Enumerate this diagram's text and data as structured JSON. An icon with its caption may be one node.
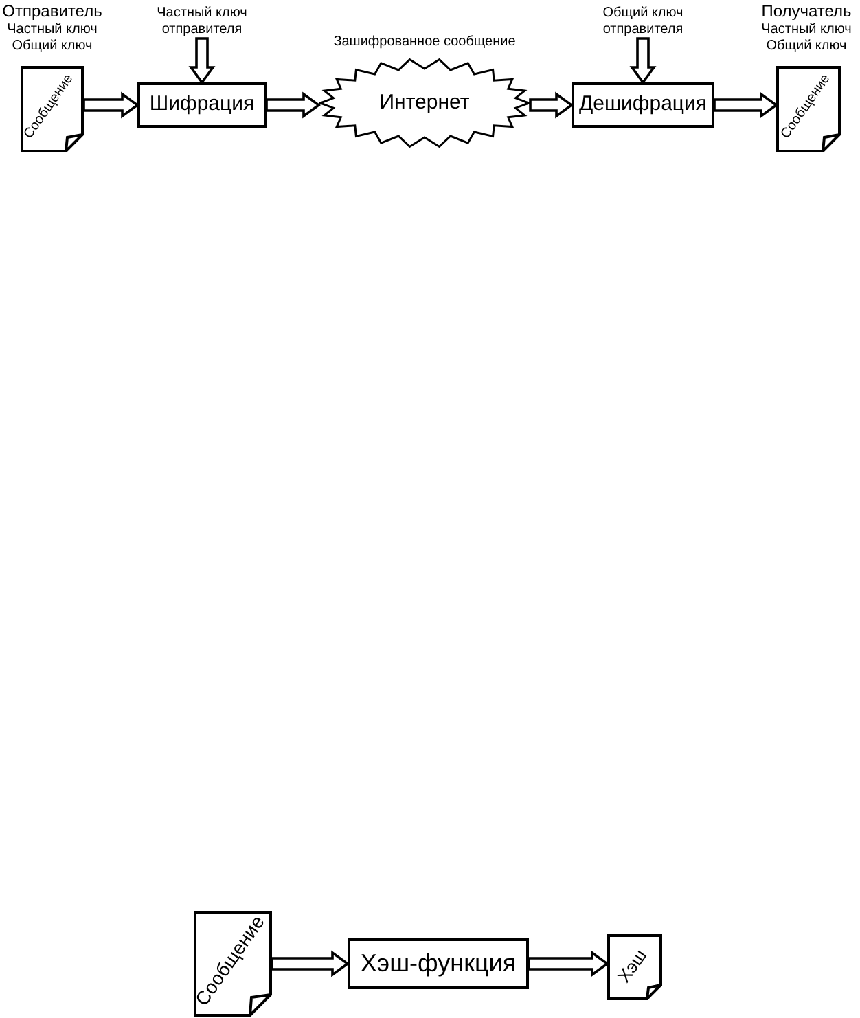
{
  "diagram": {
    "nodes": [
      {
        "text": [
          "Сообщение"
        ],
        "beside": [
          "Отправитель",
          "Частный ключ",
          "Общий ключ"
        ]
      },
      {
        "text": [
          "Частный ключ отправителя"
        ]
      },
      {
        "text": [
          "Шифрация"
        ]
      },
      {
        "text": [
          "Интернет"
        ],
        "beside": [
          "Зашифрованное сообщение"
        ]
      },
      {
        "text": [
          "Общий ключ отправителя"
        ]
      },
      {
        "text": [
          "Дешифрация"
        ]
      },
      {
        "text": [
          "Сообщение"
        ],
        "beside": [
          "Получатель",
          "Частный ключ",
          "Общий ключ"
        ]
      },
      {
        "text": [
          "Сообщение"
        ]
      },
      {
        "text": [
          "Хэш-функция"
        ]
      },
      {
        "text": [
          "Хэш"
        ]
      }
    ],
    "edges": [
      {
        "from": 0,
        "to": 2,
        "arrow": "to"
      },
      {
        "from": 1,
        "to": 2,
        "arrow": "to"
      },
      {
        "from": 2,
        "to": 3,
        "arrow": "to"
      },
      {
        "from": 3,
        "to": 5,
        "arrow": "to"
      },
      {
        "from": 4,
        "to": 5,
        "arrow": "to"
      },
      {
        "from": 5,
        "to": 6,
        "arrow": "to"
      },
      {
        "from": 7,
        "to": 8,
        "arrow": "to"
      },
      {
        "from": 8,
        "to": 9,
        "arrow": "to"
      }
    ]
  }
}
